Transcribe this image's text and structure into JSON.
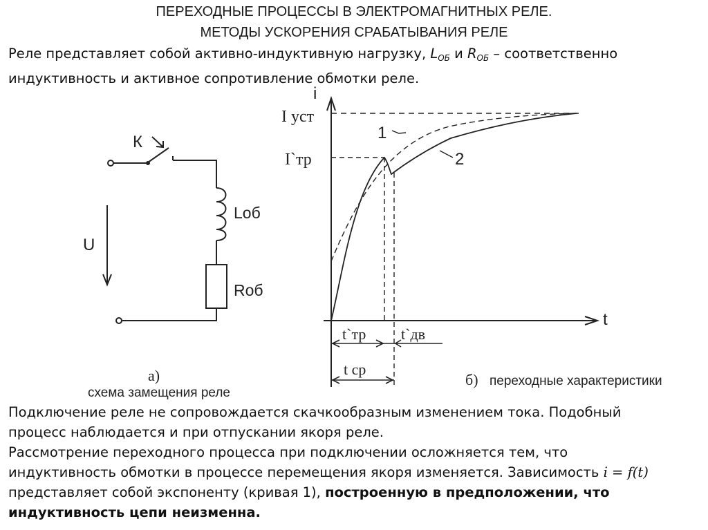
{
  "title": {
    "line1": "ПЕРЕХОДНЫЕ ПРОЦЕССЫ В ЭЛЕКТРОМАГНИТНЫХ РЕЛЕ.",
    "line2": "МЕТОДЫ УСКОРЕНИЯ СРАБАТЫВАНИЯ РЕЛЕ"
  },
  "intro": {
    "part1": "Реле представляет собой активно-индуктивную нагрузку, ",
    "L": "L",
    "L_sub": "ОБ",
    "and": " и ",
    "R": "R",
    "R_sub": "ОБ",
    "part2": " – соответственно",
    "line2": "индуктивность и активное сопротивление обмотки реле."
  },
  "circuit": {
    "switch_label": "К",
    "inductor_label": "Lоб",
    "resistor_label": "Rоб",
    "voltage_label": "U",
    "caption_letter": "а)",
    "caption": "схема замещения реле"
  },
  "graph": {
    "y_axis_label": "i",
    "x_axis_label": "t",
    "i_ust_label": "I уст",
    "i_tr_label": "I`тр",
    "curve1_label": "1",
    "curve2_label": "2",
    "t_tr_label": "t`тр",
    "t_dv_label": "t`дв",
    "t_sr_label": "t ср",
    "caption_letter": "б)",
    "caption": "переходные характеристики"
  },
  "body": {
    "line1": "Подключение реле не сопровождается скачкообразным изменением тока. Подобный",
    "line2": "процесс наблюдается и при отпускании якоря реле.",
    "line3": "Рассмотрение переходного процесса при подключении осложняется тем, что",
    "line4_text": "индуктивность обмотки в процессе перемещения якоря изменяется. Зависимость ",
    "line4_formula": "i = f(t)",
    "line5_text": "представляет собой экспоненту (кривая 1), ",
    "line5_bold": "построенную в предположении, что",
    "line6_bold": "индуктивность цепи неизменна."
  }
}
